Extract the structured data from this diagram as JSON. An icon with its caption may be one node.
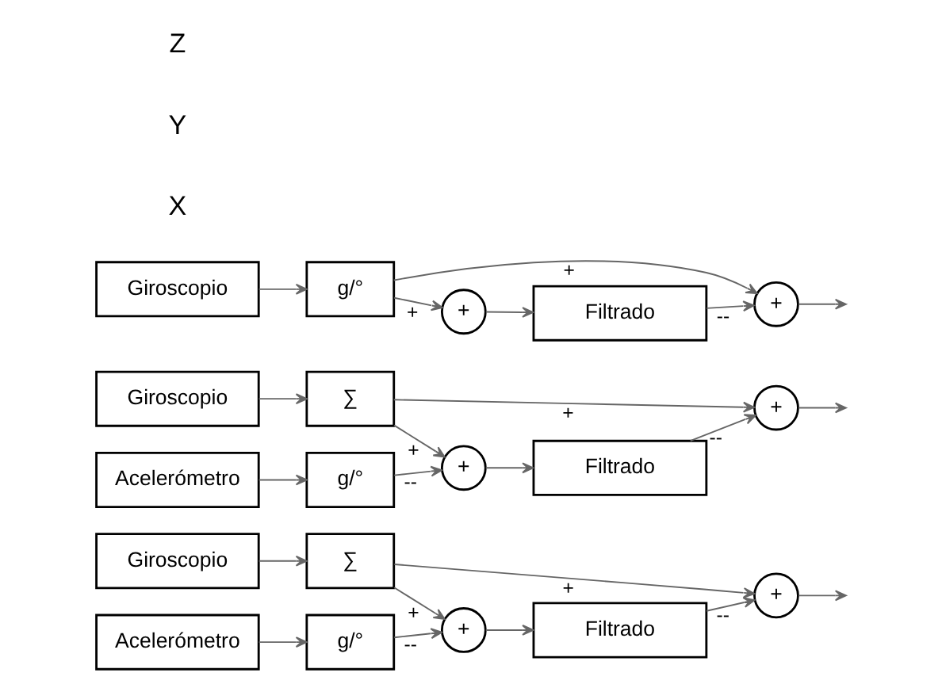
{
  "diagram": {
    "nodes": [
      {
        "text": [
          "Giroscopio"
        ]
      },
      {
        "text": [
          "∑"
        ]
      },
      {
        "text": [
          "+"
        ]
      },
      {
        "text": [
          "Acelerómetro"
        ]
      },
      {
        "text": [
          "g/°"
        ]
      },
      {
        "text": [
          "+"
        ]
      },
      {
        "text": [
          "Filtrado"
        ]
      },
      {
        "text": [
          "Giroscopio"
        ]
      },
      {
        "text": [
          "∑"
        ]
      },
      {
        "text": [
          "+"
        ]
      },
      {
        "text": [
          "Acelerómetro"
        ]
      },
      {
        "text": [
          "g/°"
        ]
      },
      {
        "text": [
          "+"
        ]
      },
      {
        "text": [
          "Filtrado"
        ]
      },
      {
        "text": [
          "Giroscopio"
        ]
      },
      {
        "text": [
          "g/°"
        ]
      },
      {
        "text": [
          "+"
        ]
      },
      {
        "text": [
          "+"
        ]
      },
      {
        "text": [
          "Filtrado"
        ]
      }
    ],
    "edges": [
      {
        "from": 0,
        "to": 1,
        "arrow": "to"
      },
      {
        "from": 1,
        "to": 2,
        "arrow": "to",
        "label": "+"
      },
      {
        "from": 1,
        "to": 5,
        "arrow": "to",
        "label": "+"
      },
      {
        "from": 3,
        "to": 4,
        "arrow": "to"
      },
      {
        "from": 4,
        "to": 5,
        "arrow": "to",
        "label": "--"
      },
      {
        "from": 5,
        "to": 6,
        "arrow": "to"
      },
      {
        "from": 6,
        "to": 2,
        "arrow": "to",
        "label": "--"
      },
      {
        "from": 2,
        "to": null,
        "arrow": "to"
      },
      {
        "from": 7,
        "to": 8,
        "arrow": "to"
      },
      {
        "from": 8,
        "to": 9,
        "arrow": "to",
        "label": "+"
      },
      {
        "from": 8,
        "to": 12,
        "arrow": "to",
        "label": "+"
      },
      {
        "from": 10,
        "to": 11,
        "arrow": "to"
      },
      {
        "from": 11,
        "to": 12,
        "arrow": "to",
        "label": "--"
      },
      {
        "from": 12,
        "to": 13,
        "arrow": "to"
      },
      {
        "from": 13,
        "to": 9,
        "arrow": "to",
        "label": "--"
      },
      {
        "from": 9,
        "to": null,
        "arrow": "to"
      },
      {
        "from": 14,
        "to": 15,
        "arrow": "to"
      },
      {
        "from": 15,
        "to": 16,
        "arrow": "to",
        "label": "+"
      },
      {
        "from": 15,
        "to": 17,
        "arrow": "to",
        "label": "+"
      },
      {
        "from": 17,
        "to": 18,
        "arrow": "to"
      },
      {
        "from": 18,
        "to": 16,
        "arrow": "to",
        "label": "--"
      },
      {
        "from": 16,
        "to": null,
        "arrow": "to"
      }
    ],
    "labels": [
      "X",
      "Y",
      "Z"
    ]
  }
}
